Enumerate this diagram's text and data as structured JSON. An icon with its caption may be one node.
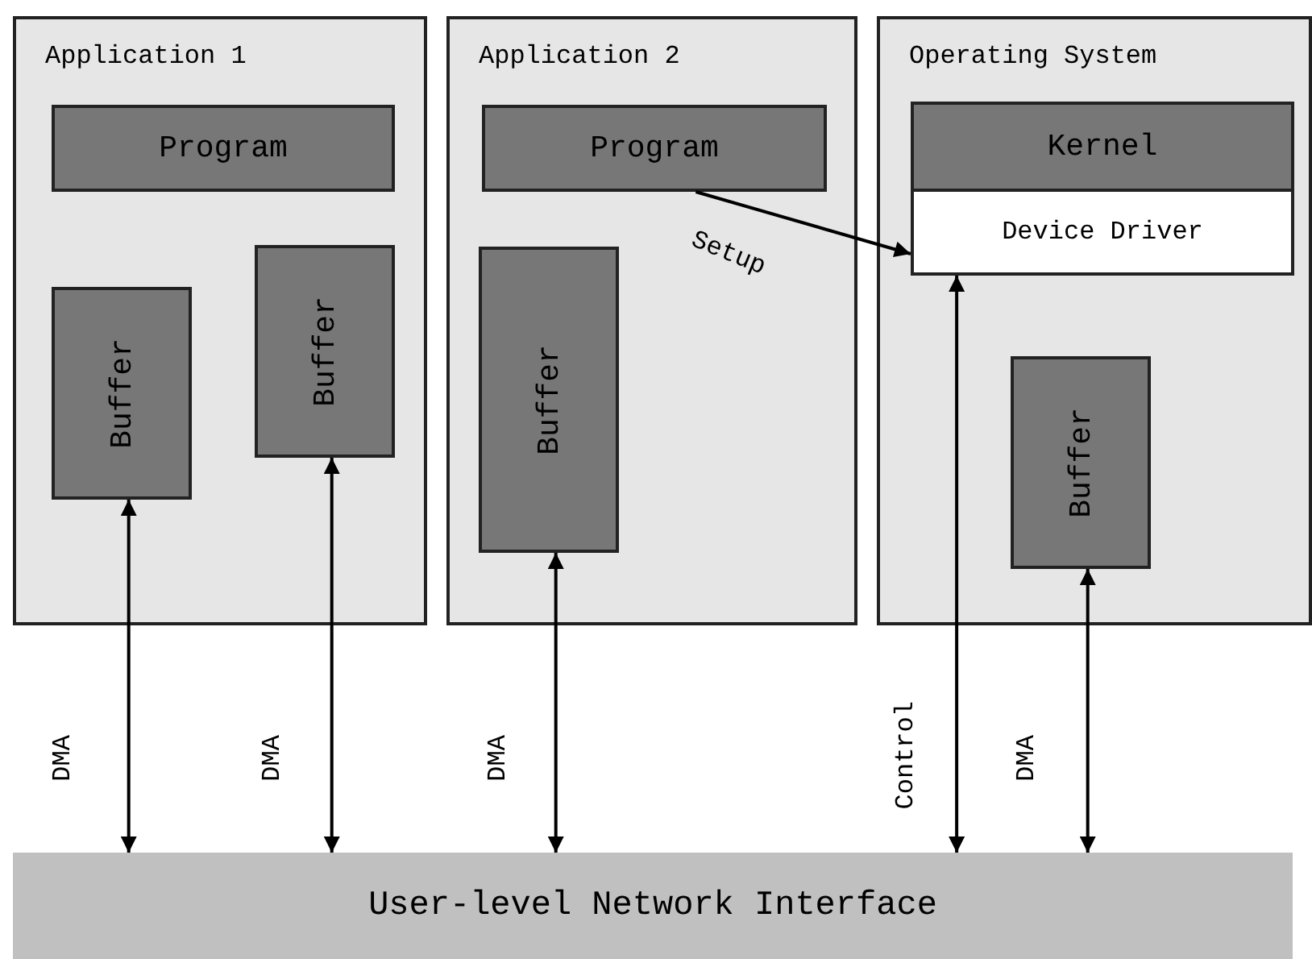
{
  "diagram": {
    "nodes": [
      {
        "text": [
          "Application 1"
        ]
      },
      {
        "text": [
          "Program"
        ],
        "in": 0
      },
      {
        "text": [
          "Buffer"
        ],
        "in": 0
      },
      {
        "text": [
          "Buffer"
        ],
        "in": 0
      },
      {
        "text": [
          "Application 2"
        ]
      },
      {
        "text": [
          "Program"
        ],
        "in": 4
      },
      {
        "text": [
          "Buffer"
        ],
        "in": 4
      },
      {
        "text": [
          "Operating System"
        ]
      },
      {
        "text": [
          "Kernel"
        ],
        "in": 7
      },
      {
        "text": [
          "Device Driver"
        ],
        "in": 7
      },
      {
        "text": [
          "Buffer"
        ],
        "in": 7
      },
      {
        "text": [
          "User-level Network Interface"
        ]
      }
    ],
    "edges": [
      {
        "from": 5,
        "to": 9,
        "arrow": "to",
        "label": "Setup"
      },
      {
        "from": 2,
        "to": 11,
        "arrow": "both",
        "label": "DMA"
      },
      {
        "from": 3,
        "to": 11,
        "arrow": "both",
        "label": "DMA"
      },
      {
        "from": 6,
        "to": 11,
        "arrow": "both",
        "label": "DMA"
      },
      {
        "from": 9,
        "to": 11,
        "arrow": "both",
        "label": "Control"
      },
      {
        "from": 10,
        "to": 11,
        "arrow": "both",
        "label": "DMA"
      }
    ]
  }
}
